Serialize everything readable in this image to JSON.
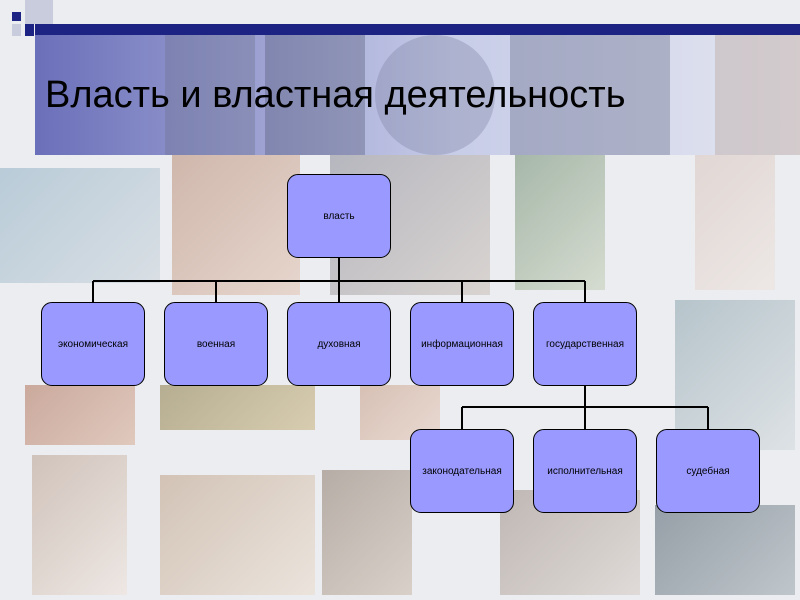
{
  "slide": {
    "title": "Власть и властная деятельность"
  },
  "diagram": {
    "root": {
      "label": "власть"
    },
    "level1": [
      {
        "label": "экономическая"
      },
      {
        "label": "военная"
      },
      {
        "label": "духовная"
      },
      {
        "label": "информационная"
      },
      {
        "label": "государственная"
      }
    ],
    "level2": [
      {
        "label": "законодательная"
      },
      {
        "label": "исполнительная"
      },
      {
        "label": "судебная"
      }
    ],
    "colors": {
      "node_fill": "#9999ff",
      "node_border": "#000000",
      "connector": "#000000"
    }
  },
  "theme": {
    "accent_dark": "#1c2383",
    "banner_gradient": [
      "#464caa",
      "#aab2e1"
    ]
  }
}
